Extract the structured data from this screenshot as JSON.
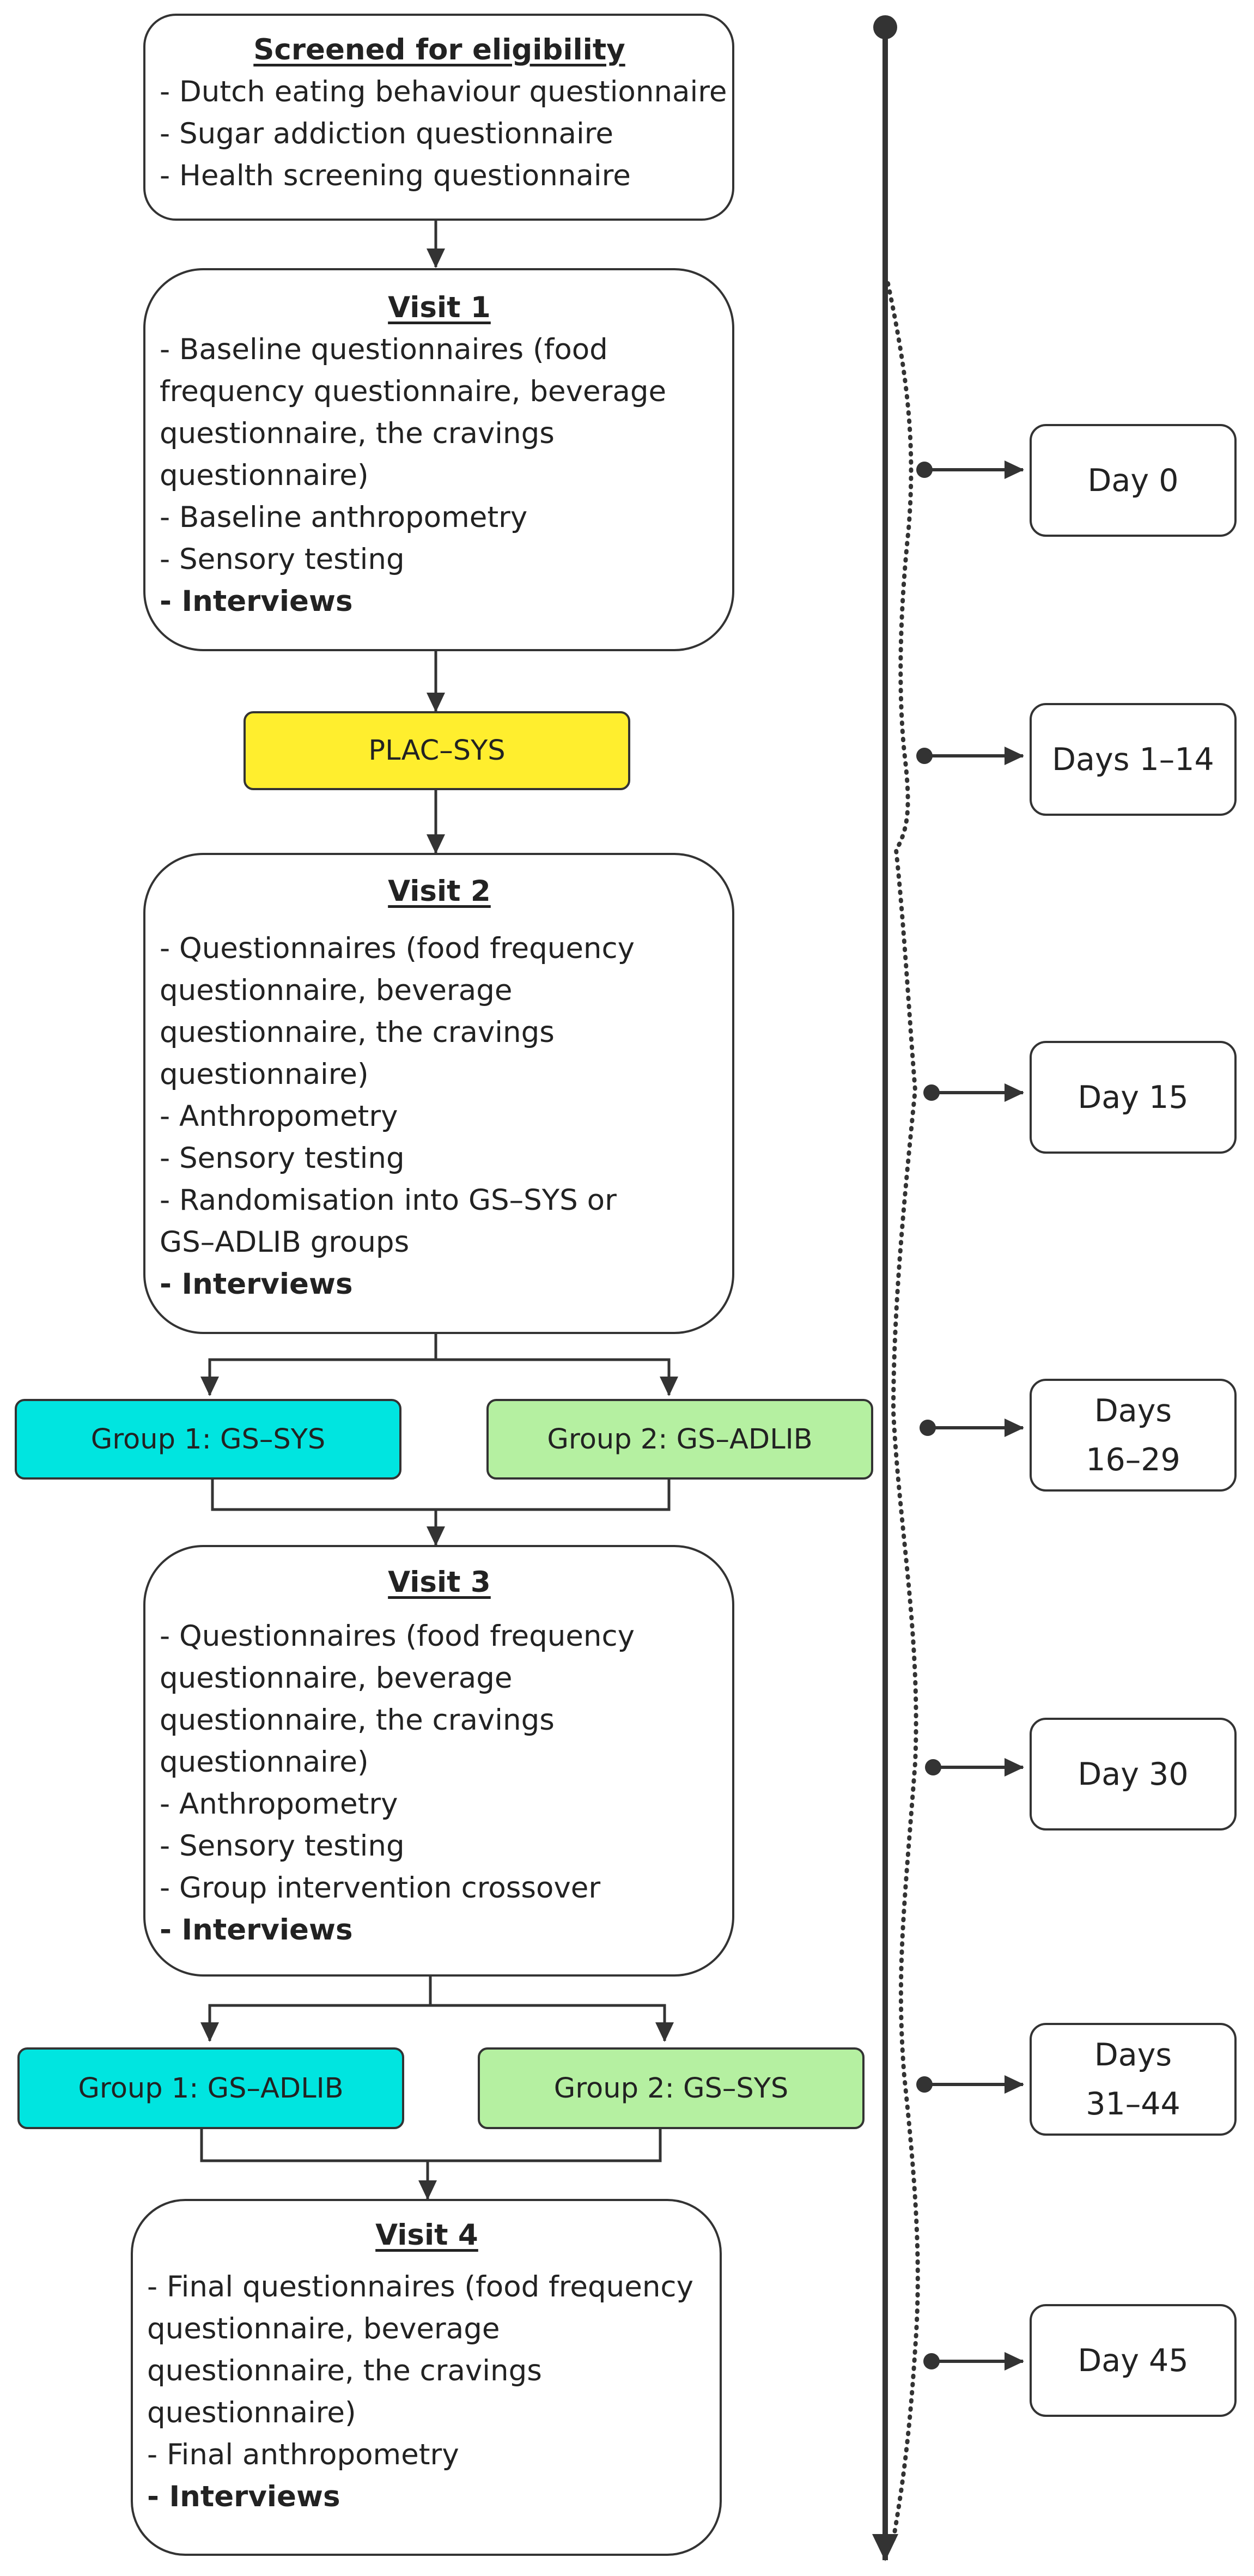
{
  "diagram": {
    "screening": {
      "title": "Screened for eligibility",
      "lines": [
        "- Dutch eating behaviour questionnaire",
        "- Sugar addiction questionnaire",
        "- Health screening questionnaire"
      ]
    },
    "visit1": {
      "title": "Visit 1",
      "lines": [
        "- Baseline questionnaires (food",
        "frequency questionnaire, beverage",
        "questionnaire, the cravings",
        "questionnaire)",
        "- Baseline anthropometry",
        "- Sensory testing",
        "- Interviews"
      ]
    },
    "plac_sys": {
      "label": "PLAC–SYS",
      "color": "#ffee2e"
    },
    "visit2": {
      "title": "Visit 2",
      "lines": [
        "- Questionnaires (food frequency",
        "questionnaire, beverage",
        "questionnaire, the cravings",
        "questionnaire)",
        "- Anthropometry",
        "- Sensory testing",
        "- Randomisation into GS–SYS or",
        "GS–ADLIB groups",
        "- Interviews"
      ]
    },
    "phase2_groups": [
      {
        "label": "Group 1: GS–SYS",
        "color": "#00e5e0"
      },
      {
        "label": "Group 2: GS–ADLIB",
        "color": "#b5f0a1"
      }
    ],
    "visit3": {
      "title": "Visit 3",
      "lines": [
        "- Questionnaires (food frequency",
        "questionnaire, beverage",
        "questionnaire, the cravings",
        "questionnaire)",
        "- Anthropometry",
        "- Sensory testing",
        "- Group intervention crossover",
        "- Interviews"
      ]
    },
    "phase3_groups": [
      {
        "label": "Group 1: GS–ADLIB",
        "color": "#00e5e0"
      },
      {
        "label": "Group 2: GS–SYS",
        "color": "#b5f0a1"
      }
    ],
    "visit4": {
      "title": "Visit 4",
      "lines": [
        "- Final questionnaires (food frequency",
        "questionnaire, beverage",
        "questionnaire, the cravings",
        "questionnaire)",
        "- Final anthropometry",
        "- Interviews"
      ]
    }
  },
  "timeline": {
    "days": [
      "Day 0",
      "Days 1–14",
      "Day 15",
      "Days\n16–29",
      "Day 30",
      "Days\n31–44",
      "Day 45"
    ]
  }
}
